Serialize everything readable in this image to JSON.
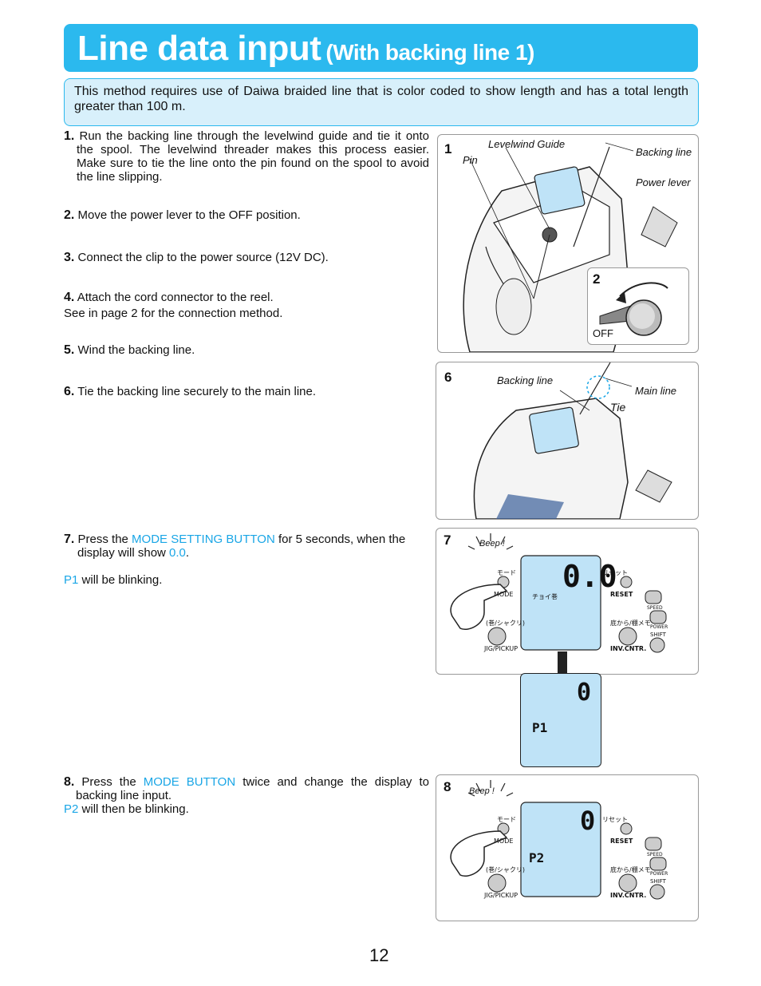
{
  "title": {
    "main": "Line data input",
    "sub": "(With backing line 1)"
  },
  "intro": "This method requires use of Daiwa braided line that is color coded to show length and has a total length greater than 100 m.",
  "steps": {
    "s1": {
      "num": "1.",
      "text": "Run the backing line through the levelwind guide and tie it onto the spool. The levelwind threader makes this process easier. Make sure to tie the line onto the pin found on the spool to avoid the line slipping."
    },
    "s2": {
      "num": "2.",
      "text": "Move the power lever to the OFF position."
    },
    "s3": {
      "num": "3.",
      "text": "Connect the clip to the power source (12V DC)."
    },
    "s4": {
      "num": "4.",
      "text": "Attach the cord connector to the reel.",
      "extra": "See in page 2 for the connection method."
    },
    "s5": {
      "num": "5.",
      "text": "Wind the backing line."
    },
    "s6": {
      "num": "6.",
      "text": "Tie the backing line securely to the main line."
    },
    "s7": {
      "num": "7.",
      "pre": "Press the ",
      "hl": "MODE SETTING BUTTON",
      "post": " for 5 seconds, when the display will show ",
      "val": "0.0",
      "end": ".",
      "p": "P1",
      "p_text": " will be blinking."
    },
    "s8": {
      "num": "8.",
      "pre": "Press the ",
      "hl": "MODE BUTTON",
      "post": " twice and change the display to backing line input.",
      "p": "P2",
      "p_text": " will then be blinking."
    }
  },
  "figures": {
    "f1": {
      "num": "1",
      "levelwind": "Levelwind Guide",
      "backing": "Backing line",
      "pin": "Pin",
      "power": "Power lever"
    },
    "f2": {
      "num": "2",
      "off": "OFF"
    },
    "f6": {
      "num": "6",
      "backing": "Backing line",
      "main": "Main line",
      "tie": "Tie"
    },
    "f7": {
      "num": "7",
      "beep": "Beep",
      "display": "0.0",
      "mode_jp": "モード",
      "mode": "MODE",
      "reset_jp": "リセット",
      "reset": "RESET",
      "choi": "チョイ巻",
      "speed": "SPEED",
      "power": "POWER",
      "shift": "SHIFT",
      "jig_jp": "(巻/シャクリ)",
      "jig": "JIG/PICKUP",
      "inv_jp": "底から/棚メモ",
      "inv": "INV.CNTR.",
      "display2": "0",
      "p": "P1"
    },
    "f8": {
      "num": "8",
      "beep": "Beep",
      "display": "0",
      "p": "P2",
      "mode_jp": "モード",
      "mode": "MODE",
      "reset_jp": "リセット",
      "reset": "RESET",
      "speed": "SPEED",
      "power": "POWER",
      "shift": "SHIFT",
      "jig_jp": "(巻/シャクリ)",
      "jig": "JIG/PICKUP",
      "inv_jp": "底から/棚メモ",
      "inv": "INV.CNTR."
    }
  },
  "page_number": "12",
  "colors": {
    "accent": "#2bb9ee",
    "highlight": "#1aa6e6",
    "lcd": "#bfe3f7"
  }
}
